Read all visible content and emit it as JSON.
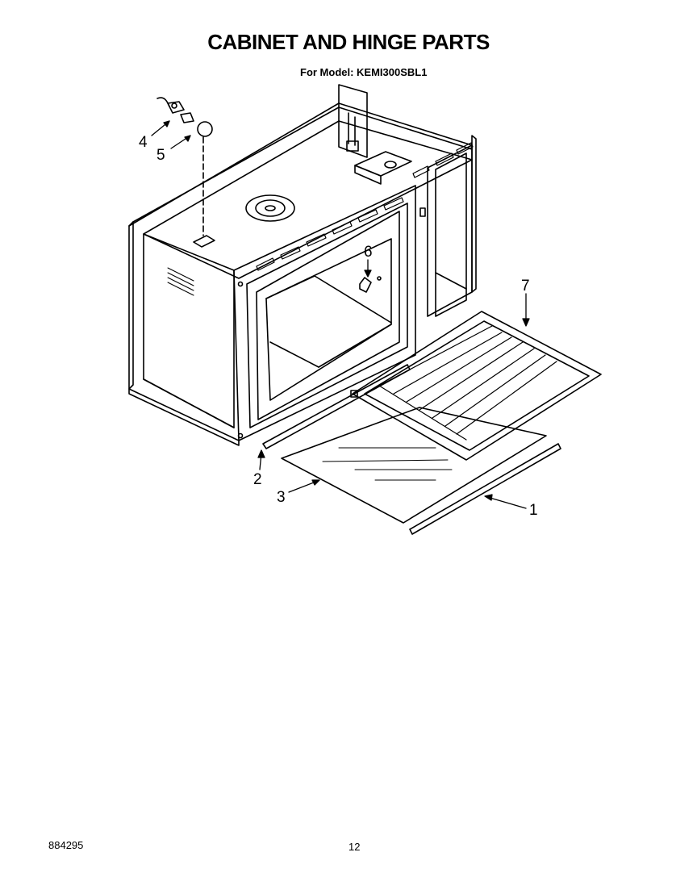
{
  "page": {
    "title": "CABINET AND HINGE PARTS",
    "model_line": "For Model: KEMI300SBL1",
    "document_number": "884295",
    "page_number": "12"
  },
  "callouts": [
    {
      "id": "1",
      "label": "1"
    },
    {
      "id": "2",
      "label": "2"
    },
    {
      "id": "3",
      "label": "3"
    },
    {
      "id": "4",
      "label": "4"
    },
    {
      "id": "5",
      "label": "5"
    },
    {
      "id": "6",
      "label": "6"
    },
    {
      "id": "7",
      "label": "7"
    }
  ]
}
